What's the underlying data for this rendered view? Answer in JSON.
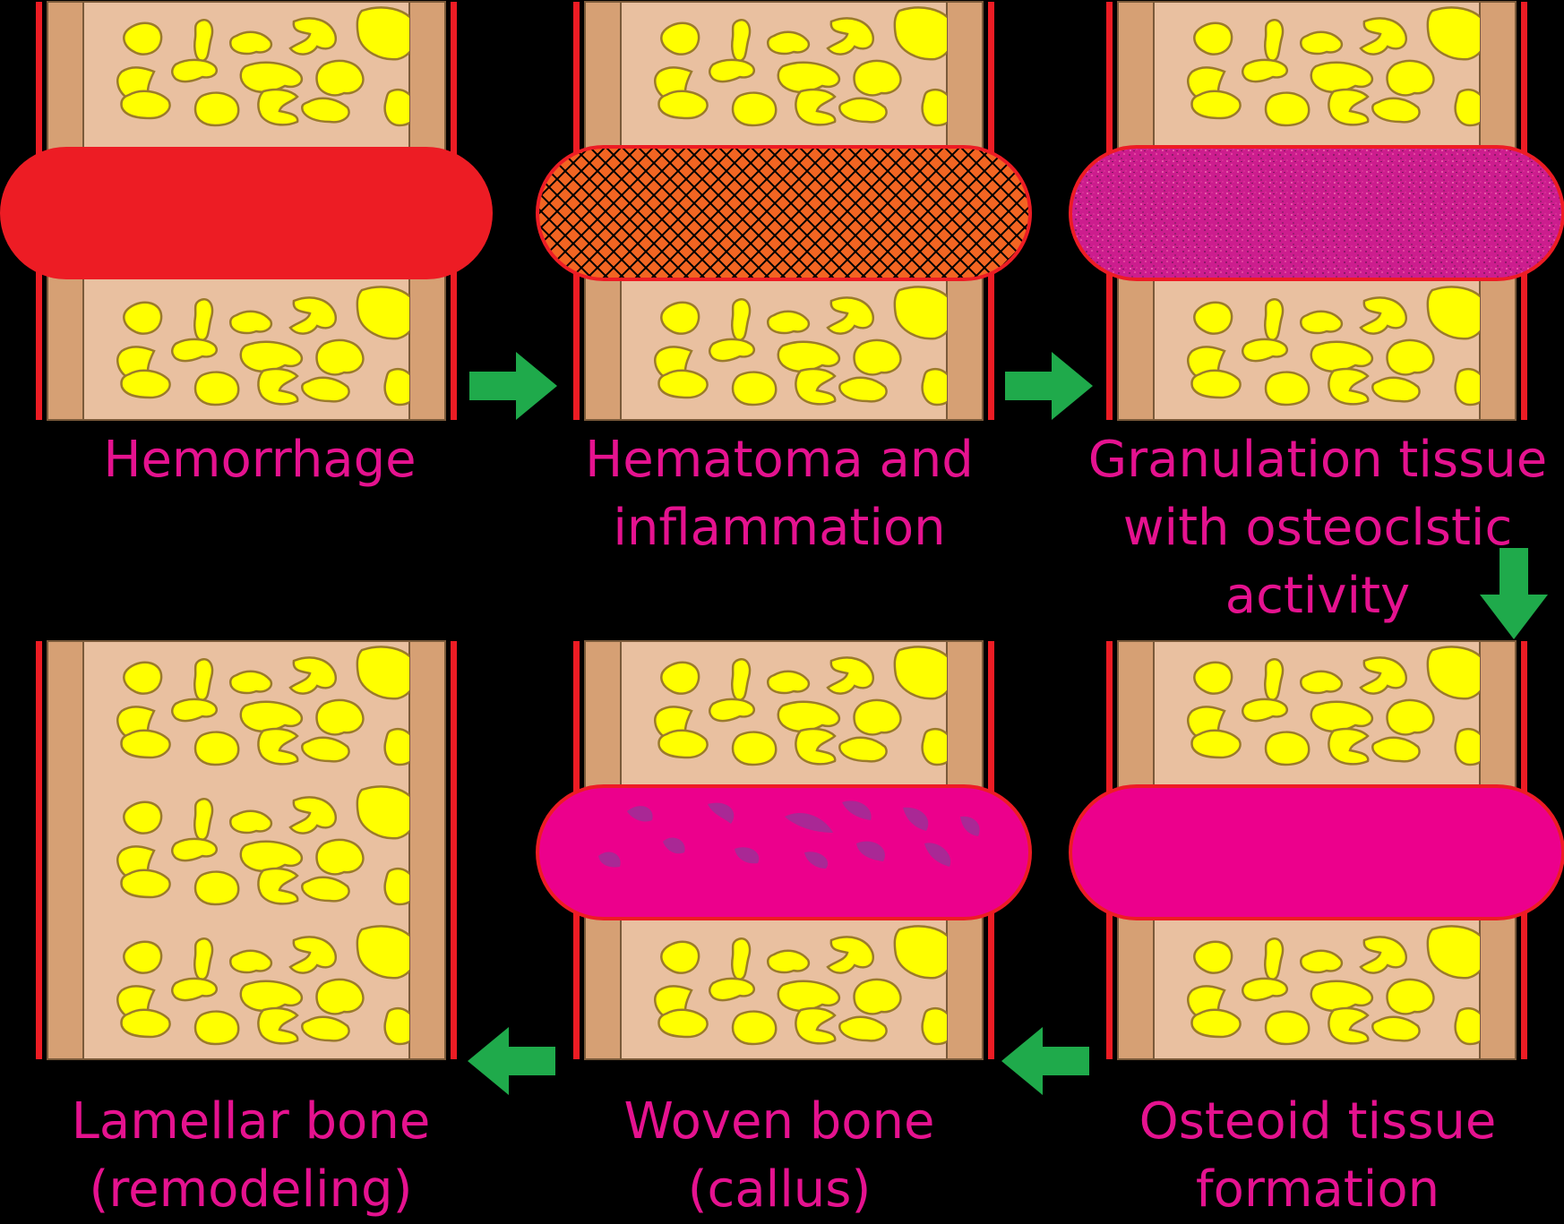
{
  "colors": {
    "background": "#000000",
    "periosteum": "#ed1c24",
    "cortex": "#d6a074",
    "marrow": "#e9c0a0",
    "trabecula_fill": "#ffff00",
    "trabecula_stroke": "#9b7b2b",
    "hemorrhage": "#ed1c24",
    "hematoma": "#f26522",
    "granulation": "#cc1d8e",
    "osteoid": "#ec008c",
    "woven_spicule": "#9e2f97",
    "label_text": "#e5128f",
    "arrow": "#1faa4b"
  },
  "stages": [
    {
      "id": "hemorrhage",
      "label_lines": [
        "Hemorrhage"
      ],
      "fracture_fill": "hemorrhage",
      "pattern": "solid"
    },
    {
      "id": "hematoma",
      "label_lines": [
        "Hematoma and",
        "inflammation"
      ],
      "fracture_fill": "hematoma",
      "pattern": "crosshatch"
    },
    {
      "id": "granulation",
      "label_lines": [
        "Granulation tissue",
        "with osteoclstic",
        "activity"
      ],
      "fracture_fill": "granulation",
      "pattern": "speckle"
    },
    {
      "id": "osteoid",
      "label_lines": [
        "Osteoid tissue",
        "formation"
      ],
      "fracture_fill": "osteoid",
      "pattern": "solid"
    },
    {
      "id": "woven",
      "label_lines": [
        "Woven bone",
        "(callus)"
      ],
      "fracture_fill": "osteoid",
      "pattern": "spicules"
    },
    {
      "id": "lamellar",
      "label_lines": [
        "Lamellar bone",
        "(remodeling)"
      ],
      "fracture_fill": "none",
      "pattern": "none"
    }
  ],
  "arrows": [
    {
      "from": "hemorrhage",
      "to": "hematoma",
      "direction": "right"
    },
    {
      "from": "hematoma",
      "to": "granulation",
      "direction": "right"
    },
    {
      "from": "granulation",
      "to": "osteoid",
      "direction": "down"
    },
    {
      "from": "osteoid",
      "to": "woven",
      "direction": "left"
    },
    {
      "from": "woven",
      "to": "lamellar",
      "direction": "left"
    }
  ]
}
